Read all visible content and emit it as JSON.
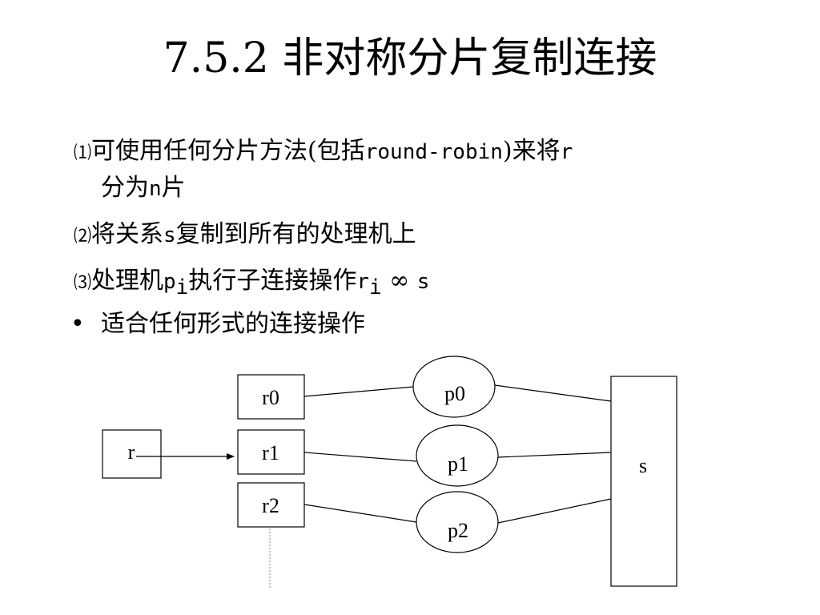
{
  "slide": {
    "title": "7.5.2 非对称分片复制连接",
    "items": [
      {
        "num": "⑴",
        "parts": [
          "可使用任何分片方法(包括",
          "round-robin",
          ")来将",
          "r"
        ]
      },
      {
        "cont": "分为",
        "mono": "n",
        "tail": "片"
      },
      {
        "num": "⑵",
        "pre": "将关系",
        "mono": "s",
        "post": "复制到所有的处理机上"
      },
      {
        "num": "⑶",
        "pre": "处理机",
        "p": "p",
        "p_sub": "i",
        "mid": "执行子连接操作",
        "r": "r",
        "r_sub": "i",
        "op": " ∞ ",
        "s": "s"
      },
      {
        "bullet": "•",
        "text": "适合任何形式的连接操作"
      }
    ]
  },
  "diagram": {
    "r_label": "r",
    "fragments": [
      "r0",
      "r1",
      "r2"
    ],
    "processors": [
      "p0",
      "p1",
      "p2"
    ],
    "s_label": "s"
  }
}
